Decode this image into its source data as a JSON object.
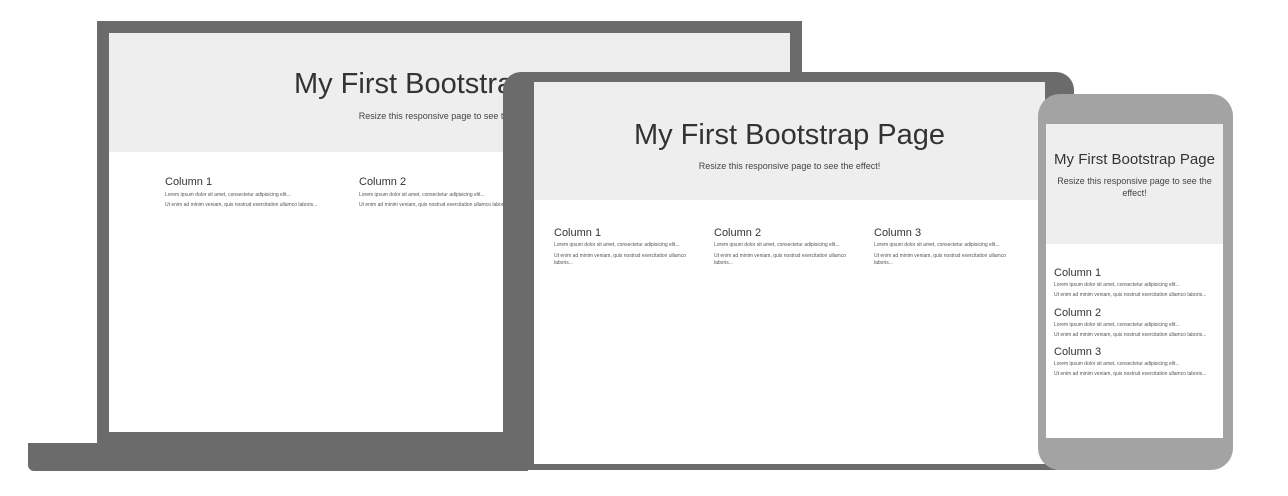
{
  "page": {
    "title": "My First Bootstrap Page",
    "subtitle": "Resize this responsive page to see the effect!",
    "columns": [
      {
        "heading": "Column 1",
        "p1": "Lorem ipsum dolor sit amet, consectetur adipisicing elit...",
        "p2": "Ut enim ad minim veniam, quis nostrud exercitation ullamco laboris..."
      },
      {
        "heading": "Column 2",
        "p1": "Lorem ipsum dolor sit amet, consectetur adipisicing elit...",
        "p2": "Ut enim ad minim veniam, quis nostrud exercitation ullamco laboris..."
      },
      {
        "heading": "Column 3",
        "p1": "Lorem ipsum dolor sit amet, consectetur adipisicing elit...",
        "p2": "Ut enim ad minim veniam, quis nostrud exercitation ullamco laboris..."
      }
    ]
  },
  "colors": {
    "device_dark": "#6b6b6b",
    "device_light": "#a3a3a3",
    "jumbotron_bg": "#eeeeee"
  }
}
